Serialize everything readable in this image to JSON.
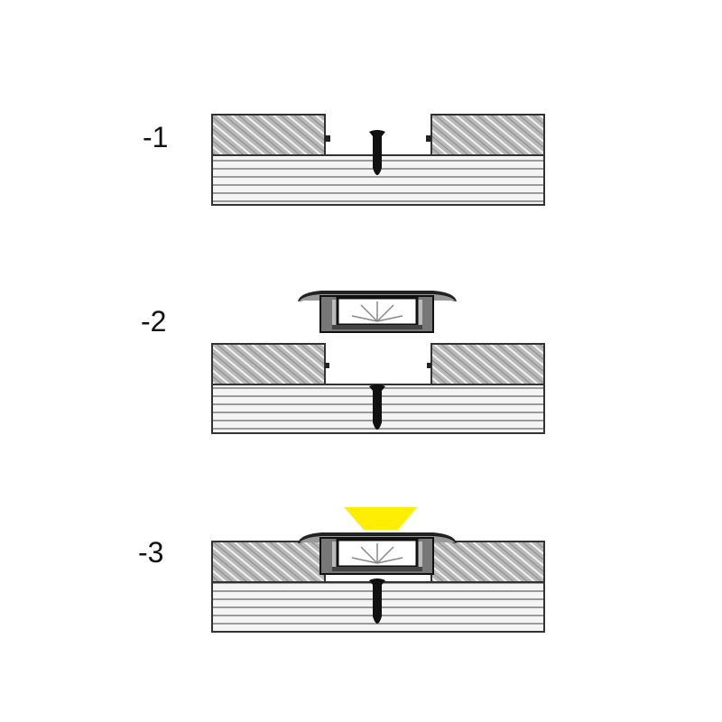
{
  "steps": [
    {
      "label": "-1",
      "description_visible": false
    },
    {
      "label": "-2"
    },
    {
      "label": "-3"
    }
  ],
  "colors": {
    "light_beam": "#ffee00",
    "wood_fill": "#bdbdbd",
    "base_fill": "#e4e4e4",
    "outline": "#222222"
  }
}
